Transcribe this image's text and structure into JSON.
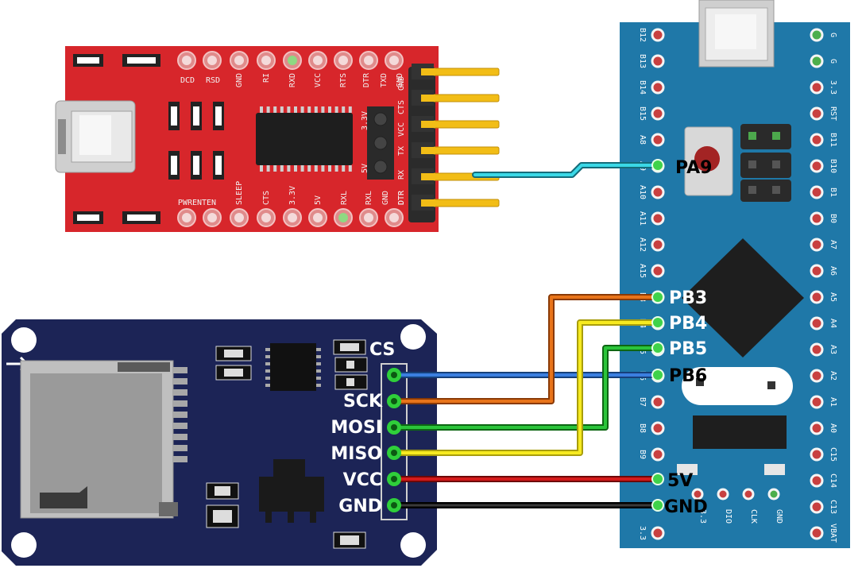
{
  "ftdi": {
    "top_labels": [
      "DCD",
      "RSD",
      "GND",
      "RI",
      "RXD",
      "VCC",
      "RTS",
      "DTR",
      "TXD",
      "GND"
    ],
    "bottom_labels": [
      "PWRENTEN",
      "SLEEP",
      "CTS",
      "3.3V",
      "5V",
      "RXL",
      "RXL",
      "GND",
      "DTR"
    ],
    "jumper_labels": [
      "3.3V",
      "5V"
    ],
    "header_labels": [
      "GND",
      "CTS",
      "VCC",
      "TX",
      "RX",
      "DTR"
    ]
  },
  "sd_module": {
    "pins": [
      "CS",
      "SCK",
      "MOSI",
      "MISO",
      "VCC",
      "GND"
    ]
  },
  "stm32": {
    "left_pins": [
      "B12",
      "B13",
      "B14",
      "B15",
      "A8",
      "A9",
      "A10",
      "A11",
      "A12",
      "A15",
      "B3",
      "B4",
      "B5",
      "B6",
      "B7",
      "B8",
      "B9",
      "5V",
      "GND",
      "3.3"
    ],
    "right_pins": [
      "G",
      "G",
      "3.3",
      "RST",
      "B11",
      "B10",
      "B1",
      "B0",
      "A7",
      "A6",
      "A5",
      "A4",
      "A3",
      "A2",
      "A1",
      "A0",
      "C15",
      "C14",
      "C13",
      "VBAT"
    ],
    "bottom_pins": [
      "3.3",
      "DIO",
      "CLK",
      "GND"
    ],
    "connection_labels": [
      "PA9",
      "PB3",
      "PB4",
      "PB5",
      "PB6",
      "5V",
      "GND"
    ]
  },
  "wire_colors": {
    "uart": "#29c5d6",
    "cs": "#2d6fd1",
    "sck": "#e06a10",
    "mosi": "#1fb32a",
    "miso": "#f5e613",
    "vcc": "#d41010",
    "gnd": "#1a1a1a"
  }
}
